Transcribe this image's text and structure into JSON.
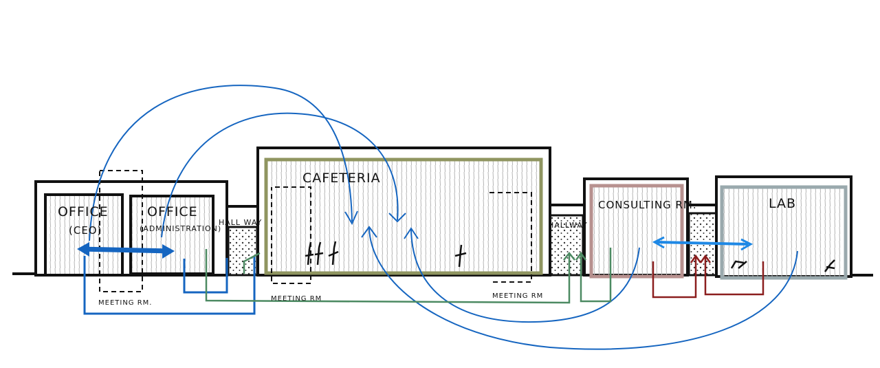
{
  "labels": {
    "office_ceo_title": "OFFICE",
    "office_ceo_sub": "(CEO)",
    "office_admin_title": "OFFICE",
    "office_admin_sub": "(ADMINISTRATION)",
    "hallway_left": "HALL WAY",
    "cafeteria": "CAFETERIA",
    "hallway_right": "HALLWAY",
    "consulting": "CONSULTING RM.",
    "lab": "LAB",
    "meeting_left": "MEETING RM.",
    "meeting_caf_left": "MEETING RM",
    "meeting_caf_right": "MEETING RM"
  },
  "colors": {
    "outline": "#111111",
    "blue": "#1565c0",
    "green": "#4c8a62",
    "red": "#8b1e1e",
    "olive": "#8f9560",
    "mauve": "#b7918f",
    "slate": "#9aa9ad",
    "hatch": "#b5b5b5"
  }
}
